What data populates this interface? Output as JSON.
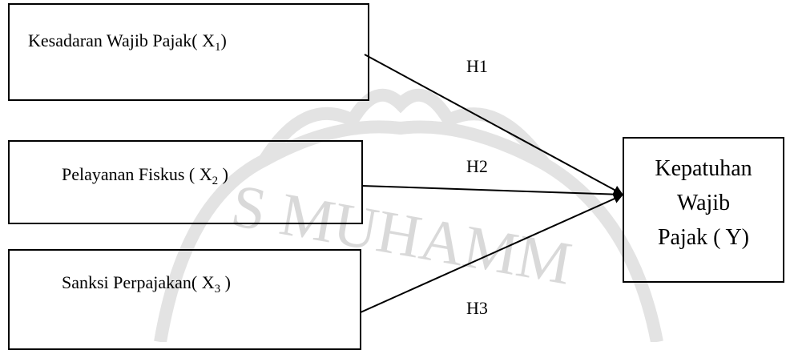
{
  "variables": {
    "x1": {
      "name": "Kesadaran Wajib Pajak(",
      "symbol": "X",
      "subscript": "1",
      "close": ")"
    },
    "x2": {
      "name": "Pelayanan Fiskus (",
      "symbol": "X",
      "subscript": "2",
      "close": ")"
    },
    "x3": {
      "name": "Sanksi Perpajakan(",
      "symbol": "X",
      "subscript": "3",
      "close": ")"
    },
    "y": {
      "lines": [
        "Kepatuhan",
        "Wajib",
        "Pajak ( Y)"
      ]
    }
  },
  "hypotheses": {
    "h1": "H1",
    "h2": "H2",
    "h3": "H3"
  },
  "watermark": {
    "text": "S MUHAMM",
    "color": "#d6d6d6"
  },
  "colors": {
    "line": "#000000",
    "box_border": "#000000"
  }
}
